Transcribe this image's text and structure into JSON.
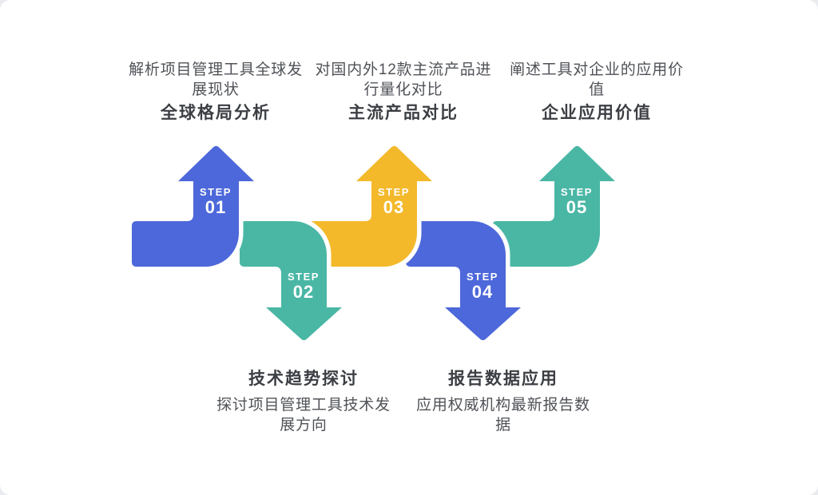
{
  "colors": {
    "blue": "#4d68da",
    "teal": "#4ab7a5",
    "yellow": "#f3b92b",
    "outline": "#ffffff",
    "title_text": "#3b3e43",
    "desc_text": "#4f5257",
    "step_text": "#ffffff"
  },
  "steps": [
    {
      "label": "STEP",
      "number": "01",
      "direction": "up",
      "color": "blue",
      "title": "全球格局分析",
      "description": "解析项目管理工具全球发展现状"
    },
    {
      "label": "STEP",
      "number": "02",
      "direction": "down",
      "color": "teal",
      "title": "技术趋势探讨",
      "description": "探讨项目管理工具技术发展方向"
    },
    {
      "label": "STEP",
      "number": "03",
      "direction": "up",
      "color": "yellow",
      "title": "主流产品对比",
      "description": "对国内外12款主流产品进行量化对比"
    },
    {
      "label": "STEP",
      "number": "04",
      "direction": "down",
      "color": "blue",
      "title": "报告数据应用",
      "description": "应用权威机构最新报告数据"
    },
    {
      "label": "STEP",
      "number": "05",
      "direction": "up",
      "color": "teal",
      "title": "企业应用价值",
      "description": "阐述工具对企业的应用价值"
    }
  ]
}
